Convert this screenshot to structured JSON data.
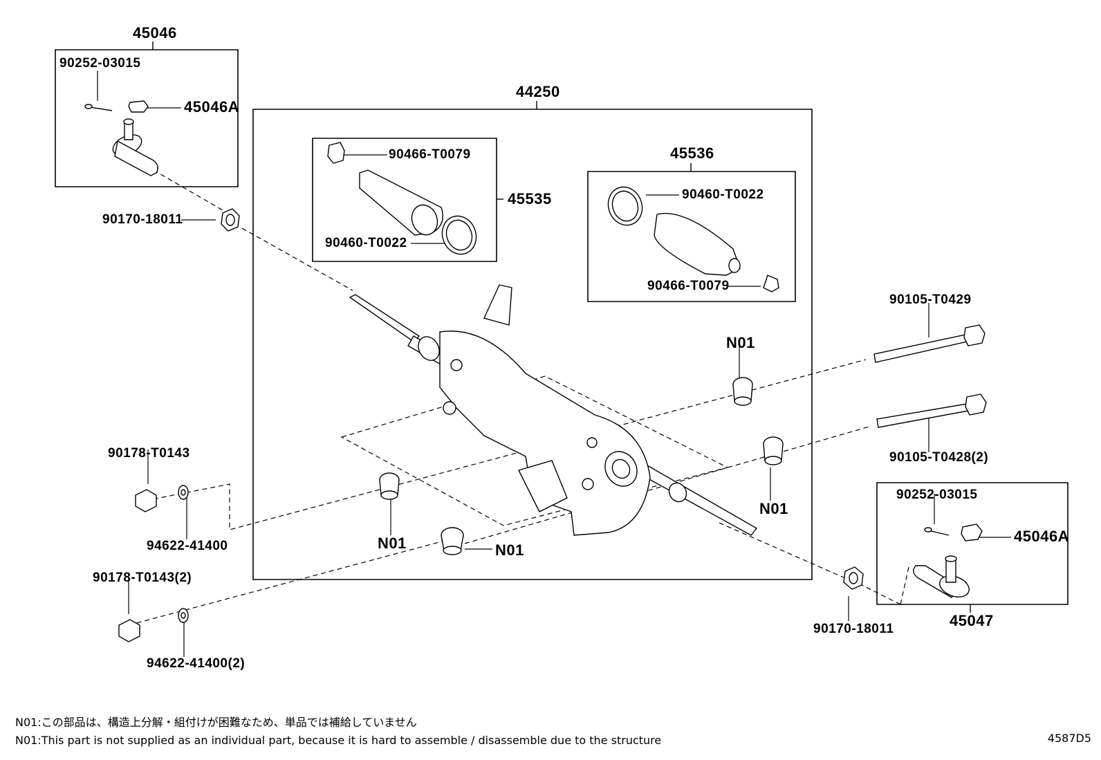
{
  "labels": {
    "g_45046": "45046",
    "p_90252_a": "90252-03015",
    "p_45046A_a": "45046A",
    "p_90170_a": "90170-18011",
    "g_44250": "44250",
    "p_90466_a": "90466-T0079",
    "g_45535": "45535",
    "p_90460_a": "90460-T0022",
    "g_45536": "45536",
    "p_90460_b": "90460-T0022",
    "p_90466_b": "90466-T0079",
    "p_90105_a": "90105-T0429",
    "n01_a": "N01",
    "p_90105_b": "90105-T0428(2)",
    "p_90178_a": "90178-T0143",
    "p_94622_a": "94622-41400",
    "n01_b": "N01",
    "n01_c": "N01",
    "n01_d": "N01",
    "g_90252_b": "90252-03015",
    "p_45046A_b": "45046A",
    "p_90178_b": "90178-T0143(2)",
    "p_94622_b": "94622-41400(2)",
    "p_90170_b": "90170-18011",
    "g_45047": "45047"
  },
  "notes": {
    "jp": "N01:この部品は、構造上分解・組付けが困難なため、単品では補給していません",
    "en": "N01:This part is not supplied as an individual part, because it is hard to assemble / disassemble due to the structure"
  },
  "figure_code": "4587D5"
}
